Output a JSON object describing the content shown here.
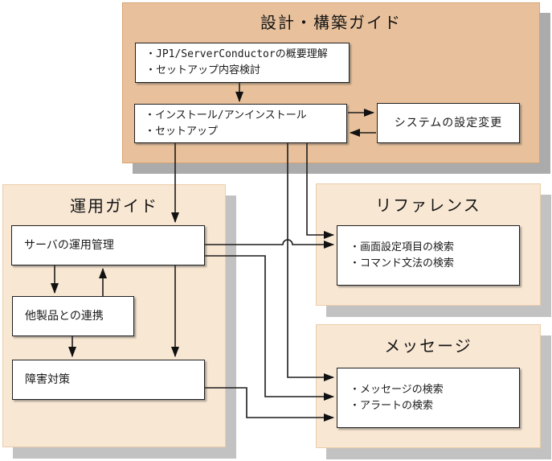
{
  "panels": {
    "design": {
      "title": "設計・構築ガイド",
      "boxes": {
        "overview": {
          "lines": [
            "・JP1/ServerConductorの概要理解",
            "・セットアップ内容検討"
          ]
        },
        "install": {
          "lines": [
            "・インストール/アンインストール",
            "・セットアップ"
          ]
        },
        "sysconfig": {
          "label": "システムの設定変更"
        }
      }
    },
    "operation": {
      "title": "運用ガイド",
      "boxes": {
        "server_mgmt": {
          "label": "サーバの運用管理"
        },
        "other_products": {
          "label": "他製品との連携"
        },
        "troubleshoot": {
          "label": "障害対策"
        }
      }
    },
    "reference": {
      "title": "リファレンス",
      "box": {
        "lines": [
          "・画面設定項目の検索",
          "・コマンド文法の検索"
        ]
      }
    },
    "message": {
      "title": "メッセージ",
      "box": {
        "lines": [
          "・メッセージの検索",
          "・アラートの検索"
        ]
      }
    }
  },
  "colors": {
    "design_panel": "#e8c19c",
    "light_panel": "#f8e7d3",
    "panel_shadow": "#ababab",
    "box_border": "#1f1f1f",
    "connector": "#1c1c1c",
    "background": "#ffffff"
  },
  "connections": [
    {
      "from": "overview",
      "to": "install"
    },
    {
      "from": "install",
      "to": "sysconfig"
    },
    {
      "from": "sysconfig",
      "to": "install"
    },
    {
      "from": "install",
      "to": "server_mgmt"
    },
    {
      "from": "install",
      "to": "reference_search"
    },
    {
      "from": "install",
      "to": "message_search"
    },
    {
      "from": "server_mgmt",
      "to": "reference_search"
    },
    {
      "from": "server_mgmt",
      "to": "message_search"
    },
    {
      "from": "server_mgmt",
      "to": "other_products"
    },
    {
      "from": "other_products",
      "to": "server_mgmt"
    },
    {
      "from": "other_products",
      "to": "troubleshoot"
    },
    {
      "from": "server_mgmt",
      "to": "troubleshoot"
    },
    {
      "from": "troubleshoot",
      "to": "message_search"
    }
  ]
}
